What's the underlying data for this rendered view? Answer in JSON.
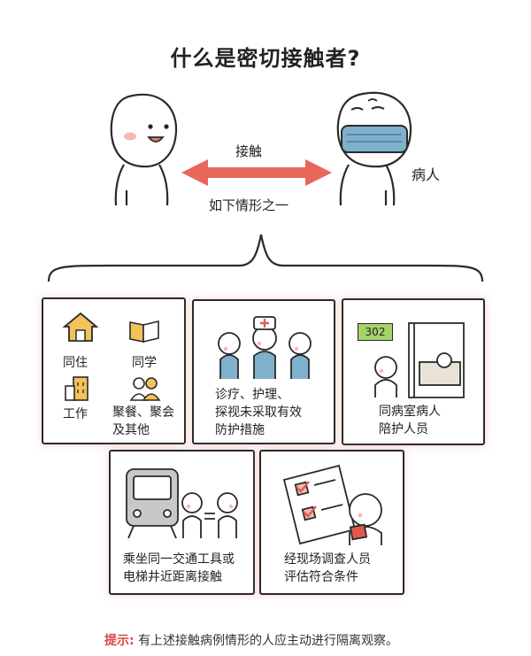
{
  "title": "什么是密切接触者?",
  "top": {
    "contact_label": "接触",
    "patient_label": "病人",
    "condition_label": "如下情形之一"
  },
  "cards": {
    "living": {
      "live_together": "同住",
      "classmate": "同学",
      "work": "工作",
      "dining": "聚餐、聚会",
      "other": "及其他"
    },
    "medical": {
      "line1": "诊疗、护理、",
      "line2": "探视未采取有效",
      "line3": "防护措施"
    },
    "ward": {
      "room_number": "302",
      "line1": "同病室病人",
      "line2": "陪护人员"
    },
    "transport": {
      "line1": "乘坐同一交通工具或",
      "line2": "电梯井近距离接触"
    },
    "assessment": {
      "line1": "经现场调查人员",
      "line2": "评估符合条件"
    }
  },
  "tip": {
    "key": "提示:",
    "text": "有上述接触病例情形的人应主动进行隔离观察。"
  },
  "colors": {
    "arrow": "#e8665c",
    "mask": "#7fb0cc",
    "cheek": "#f6b8b3",
    "house": "#f3c35a",
    "tip_key": "#d94a3d",
    "check": "#e05a4f"
  }
}
